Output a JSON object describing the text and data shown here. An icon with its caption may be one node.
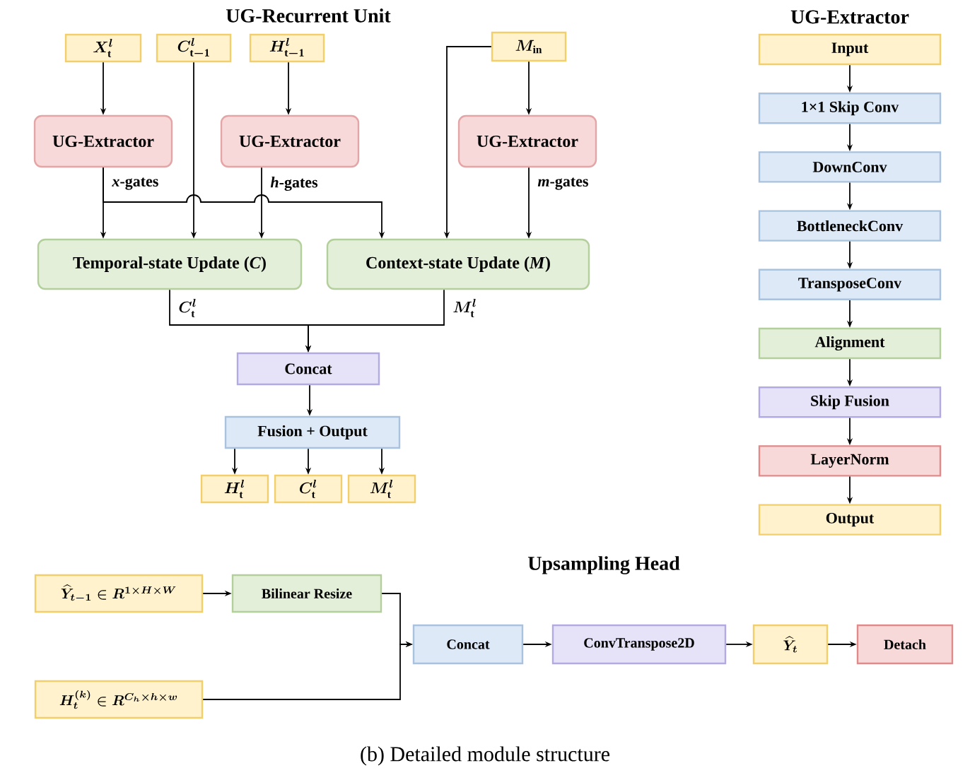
{
  "diagram": {
    "caption": "(b) Detailed module structure",
    "nodes": [
      {
        "text": [
          "X^{l}_{\\mathrm{t}}"
        ]
      },
      {
        "text": [
          "C^{l}_{\\mathrm{t-1}}"
        ]
      },
      {
        "text": [
          "H^{l}_{\\mathrm{t-1}}"
        ]
      },
      {
        "text": [
          "M_{\\mathrm{in}}"
        ]
      },
      {
        "text": [
          "UG-Extractor"
        ]
      },
      {
        "text": [
          "UG-Extractor"
        ]
      },
      {
        "text": [
          "UG-Extractor"
        ]
      },
      {
        "text": [
          "Temporal-state Update (*C*)"
        ]
      },
      {
        "text": [
          "Context-state Update (*M*)"
        ]
      },
      {
        "text": [
          "Concat"
        ]
      },
      {
        "text": [
          "Fusion + Output"
        ]
      },
      {
        "text": [
          "H^{l}_{\\mathrm{t}}"
        ]
      },
      {
        "text": [
          "C^{l}_{\\mathrm{t}}"
        ]
      },
      {
        "text": [
          "M^{l}_{\\mathrm{t}}"
        ]
      },
      {
        "text": [
          "Input"
        ]
      },
      {
        "text": [
          "1×1 Skip Conv"
        ]
      },
      {
        "text": [
          "DownConv"
        ]
      },
      {
        "text": [
          "BottleneckConv"
        ]
      },
      {
        "text": [
          "TransposeConv"
        ]
      },
      {
        "text": [
          "Alignment"
        ]
      },
      {
        "text": [
          "Skip Fusion"
        ]
      },
      {
        "text": [
          "LayerNorm"
        ]
      },
      {
        "text": [
          "Output"
        ]
      },
      {
        "text": [
          "\\widehat{Y}_{t-1}\\in R^{1\\times H\\times W}"
        ]
      },
      {
        "text": [
          "Bilinear Resize"
        ]
      },
      {
        "text": [
          "H_{t}^{(k)}\\in R^{C_{h}\\times h\\times w}"
        ]
      },
      {
        "text": [
          "Concat"
        ]
      },
      {
        "text": [
          "ConvTranspose2D"
        ]
      },
      {
        "text": [
          "\\widehat{Y}_{t}"
        ]
      },
      {
        "text": [
          "Detach"
        ]
      }
    ],
    "edges": [
      {
        "from": 0,
        "to": 4,
        "arrow": "to"
      },
      {
        "from": 4,
        "to": 7,
        "arrow": "to",
        "label": "*x*-gates"
      },
      {
        "from": 4,
        "to": 8,
        "arrow": "to"
      },
      {
        "from": 1,
        "to": 7,
        "arrow": "to"
      },
      {
        "from": 2,
        "to": 5,
        "arrow": "to"
      },
      {
        "from": 5,
        "to": 7,
        "arrow": "to",
        "label": "*h*-gates"
      },
      {
        "from": 3,
        "to": 8,
        "arrow": "to"
      },
      {
        "from": 3,
        "to": 6,
        "arrow": "to"
      },
      {
        "from": 6,
        "to": 8,
        "arrow": "to",
        "label": "*m*-gates"
      },
      {
        "from": 7,
        "to": 9,
        "arrow": "to",
        "label": "C^{l}_{\\mathrm{t}}"
      },
      {
        "from": 8,
        "to": 9,
        "arrow": "to",
        "label": "M^{l}_{\\mathrm{t}}"
      },
      {
        "from": 9,
        "to": 10,
        "arrow": "to"
      },
      {
        "from": 10,
        "to": 11,
        "arrow": "to"
      },
      {
        "from": 10,
        "to": 12,
        "arrow": "to"
      },
      {
        "from": 10,
        "to": 13,
        "arrow": "to"
      },
      {
        "from": 14,
        "to": 15,
        "arrow": "to"
      },
      {
        "from": 15,
        "to": 16,
        "arrow": "to"
      },
      {
        "from": 16,
        "to": 17,
        "arrow": "to"
      },
      {
        "from": 17,
        "to": 18,
        "arrow": "to"
      },
      {
        "from": 18,
        "to": 19,
        "arrow": "to"
      },
      {
        "from": 19,
        "to": 20,
        "arrow": "to"
      },
      {
        "from": 20,
        "to": 21,
        "arrow": "to"
      },
      {
        "from": 21,
        "to": 22,
        "arrow": "to"
      },
      {
        "from": 23,
        "to": 24,
        "arrow": "to"
      },
      {
        "from": 24,
        "to": 26,
        "arrow": "to"
      },
      {
        "from": 25,
        "to": 26,
        "arrow": "to"
      },
      {
        "from": 26,
        "to": 27,
        "arrow": "to"
      },
      {
        "from": 27,
        "to": 28,
        "arrow": "to"
      },
      {
        "from": 28,
        "to": 29,
        "arrow": "to"
      }
    ],
    "labels": [
      "UG-Recurrent Unit",
      "UG-Extractor",
      "Upsampling Head"
    ]
  }
}
